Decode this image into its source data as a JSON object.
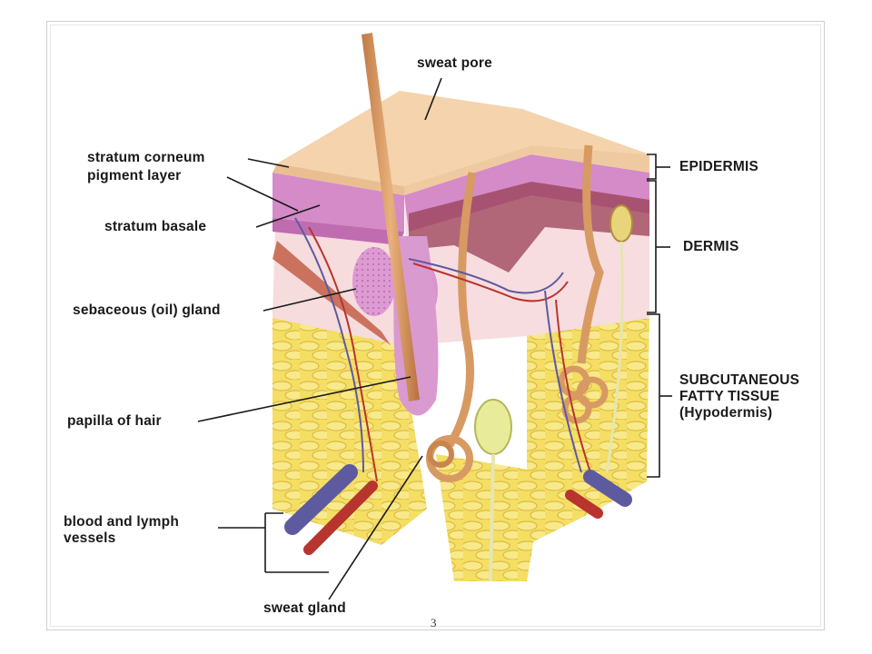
{
  "labels": {
    "sweat_pore": "sweat pore",
    "stratum_corneum": "stratum corneum",
    "pigment_layer": "pigment layer",
    "stratum_basale": "stratum basale",
    "sebaceous_gland": "sebaceous (oil) gland",
    "papilla_of_hair": "papilla of hair",
    "blood_lymph_line1": "blood and lymph",
    "blood_lymph_line2": "vessels",
    "sweat_gland": "sweat gland"
  },
  "layers": {
    "epidermis": "EPIDERMIS",
    "dermis": "DERMIS",
    "subcutaneous_line1": "SUBCUTANEOUS",
    "subcutaneous_line2": "FATTY TISSUE",
    "subcutaneous_line3": "(Hypodermis)"
  },
  "page_number": "3",
  "colors": {
    "fat": "#f2dc5c",
    "fat_shadow": "#d9b93a",
    "dermis": "#f5d6d8",
    "epidermis_pink": "#d38ec7",
    "stratum_corneum": "#f3d3ad",
    "hair": "#d89a63",
    "vein": "#5e5aa0",
    "artery": "#b8342e"
  }
}
